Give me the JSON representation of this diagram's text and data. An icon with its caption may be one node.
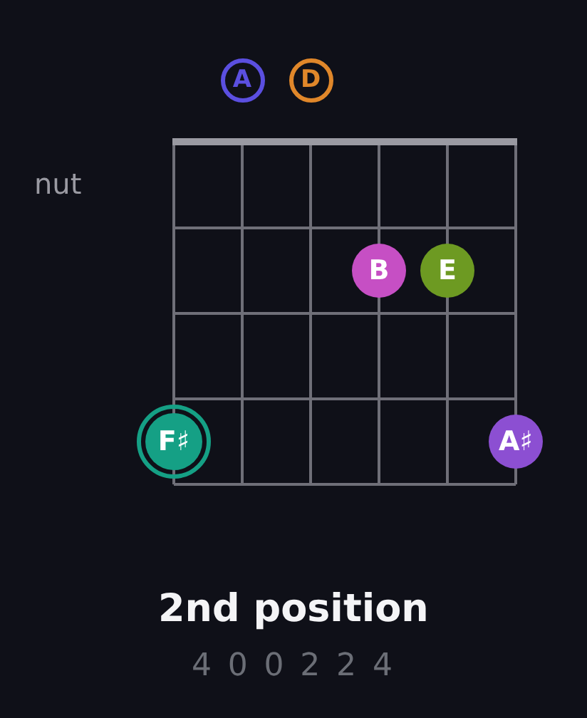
{
  "diagram": {
    "title": "2nd position",
    "nodes": [
      {
        "text": [
          "A"
        ]
      },
      {
        "text": [
          "D"
        ]
      },
      {
        "text": [
          "B"
        ]
      },
      {
        "text": [
          "E"
        ]
      },
      {
        "text": [
          "F♯"
        ]
      },
      {
        "text": [
          "A♯"
        ]
      }
    ],
    "edges": [],
    "labels": [
      "nut",
      "4 0 0 2 2 4"
    ]
  }
}
